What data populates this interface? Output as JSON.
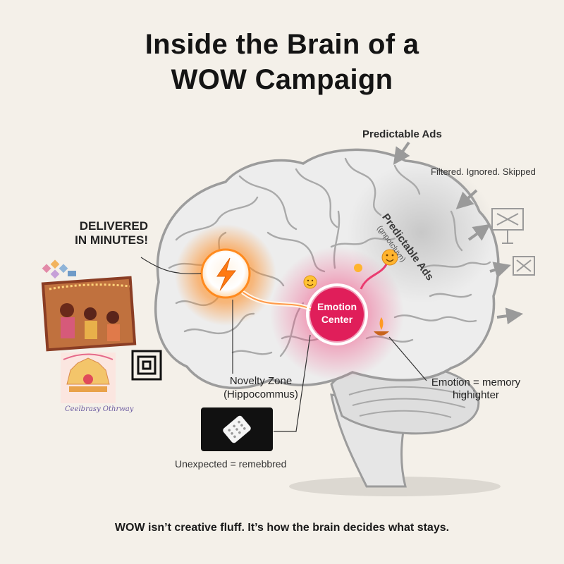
{
  "title": {
    "line1": "Inside the Brain of a",
    "line2": "WOW Campaign"
  },
  "labels": {
    "predictable_ads_top": "Predictable Ads",
    "filtered": "Filtered. Ignored. Skipped",
    "delivered_line1": "DELIVERED",
    "delivered_line2": "IN MINUTES!",
    "predictable_zone": "Predictable Ads",
    "predictable_zone_sub": "(gnpotcluvn)",
    "emotion_center_line1": "Emotion",
    "emotion_center_line2": "Center",
    "novelty_line1": "Novelty Zone",
    "novelty_line2": "(Hippocommus)",
    "emotion_memory_line1": "Emotion = memory",
    "emotion_memory_line2": "highighter",
    "unexpected": "Unexpected = remebbred",
    "card_caption": "Ceelbrasy Othrway",
    "footer": "WOW isn’t creative fluff. It’s how the brain decides what stays."
  },
  "colors": {
    "background": "#f4f0e9",
    "brain_fill": "#ececec",
    "brain_stroke": "#9c9c9c",
    "novelty_glow": "#ff8a1e",
    "emotion_glow": "#e8245c",
    "emotion_center": "#e01e5a",
    "text": "#141414"
  },
  "icons": {
    "novelty": "lightning-bolt-icon",
    "emoji": "smiley-face-icon",
    "lamp": "diya-lamp-icon",
    "billboard": "billboard-icon",
    "pill": "pill-card-icon",
    "target": "square-target-icon"
  }
}
